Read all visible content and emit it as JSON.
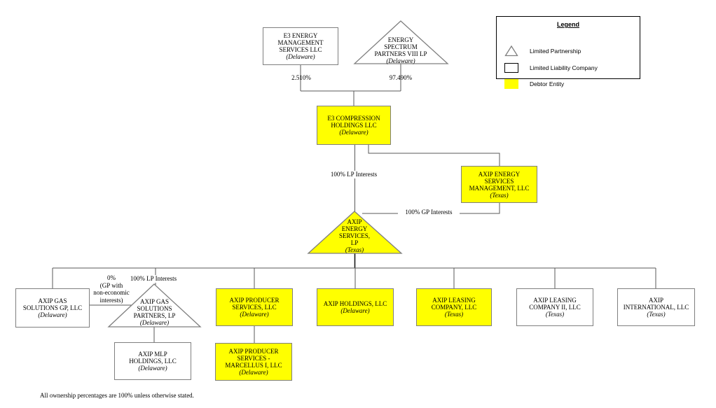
{
  "diagram": {
    "footnote": "All ownership percentages are 100% unless otherwise stated."
  },
  "colors": {
    "debtor_fill": "#ffff00",
    "box_border": "#7f7f7f",
    "line": "#595959"
  },
  "legend": {
    "title": "Legend",
    "items": [
      {
        "symbol": "limited-partnership-triangle",
        "label": "Limited Partnership"
      },
      {
        "symbol": "llc-rectangle",
        "label": "Limited Liability Company"
      },
      {
        "symbol": "debtor-swatch",
        "label": "Debtor Entity"
      }
    ]
  },
  "entities": {
    "e3_energy_mgmt": {
      "name": "E3 ENERGY\nMANAGEMENT\nSERVICES LLC",
      "jurisdiction": "(Delaware)",
      "type": "llc",
      "debtor": false
    },
    "energy_spectrum": {
      "name": "ENERGY\nSPECTRUM\nPARTNERS VIII LP",
      "jurisdiction": "(Delaware)",
      "type": "lp",
      "debtor": false
    },
    "e3_compression": {
      "name": "E3 COMPRESSION\nHOLDINGS LLC",
      "jurisdiction": "(Delaware)",
      "type": "llc",
      "debtor": true
    },
    "axip_mgmt": {
      "name": "AXIP ENERGY\nSERVICES\nMANAGEMENT, LLC",
      "jurisdiction": "(Texas)",
      "type": "llc",
      "debtor": true
    },
    "axip_energy_lp": {
      "name": "AXIP\nENERGY\nSERVICES,\nLP",
      "jurisdiction": "(Texas)",
      "type": "lp",
      "debtor": true
    },
    "axip_gas_gp": {
      "name": "AXIP GAS\nSOLUTIONS GP, LLC",
      "jurisdiction": "(Delaware)",
      "type": "llc",
      "debtor": false
    },
    "axip_gas_partners": {
      "name": "AXIP GAS\nSOLUTIONS\nPARTNERS, LP",
      "jurisdiction": "(Delaware)",
      "type": "lp",
      "debtor": false
    },
    "axip_mlp": {
      "name": "AXIP MLP\nHOLDINGS, LLC",
      "jurisdiction": "(Delaware)",
      "type": "llc",
      "debtor": false
    },
    "axip_producer": {
      "name": "AXIP PRODUCER\nSERVICES, LLC",
      "jurisdiction": "(Delaware)",
      "type": "llc",
      "debtor": true
    },
    "axip_marcellus": {
      "name": "AXIP PRODUCER\nSERVICES -\nMARCELLUS I, LLC",
      "jurisdiction": "(Delaware)",
      "type": "llc",
      "debtor": true
    },
    "axip_holdings": {
      "name": "AXIP HOLDINGS, LLC",
      "jurisdiction": "(Delaware)",
      "type": "llc",
      "debtor": true
    },
    "axip_leasing": {
      "name": "AXIP LEASING\nCOMPANY, LLC",
      "jurisdiction": "(Texas)",
      "type": "llc",
      "debtor": true
    },
    "axip_leasing2": {
      "name": "AXIP LEASING\nCOMPANY II, LLC",
      "jurisdiction": "(Texas)",
      "type": "llc",
      "debtor": false
    },
    "axip_intl": {
      "name": "AXIP\nINTERNATIONAL, LLC",
      "jurisdiction": "(Texas)",
      "type": "llc",
      "debtor": false
    }
  },
  "edge_labels": {
    "e3_mgmt_pct": "2.510%",
    "spectrum_pct": "97.490%",
    "lp_interests": "100% LP Interests",
    "gp_interests": "100% GP Interests",
    "gp_zero_pct": "0%\n(GP with\nnon-economic\ninterests)",
    "lp_interests_bottom": "100% LP Interests"
  }
}
